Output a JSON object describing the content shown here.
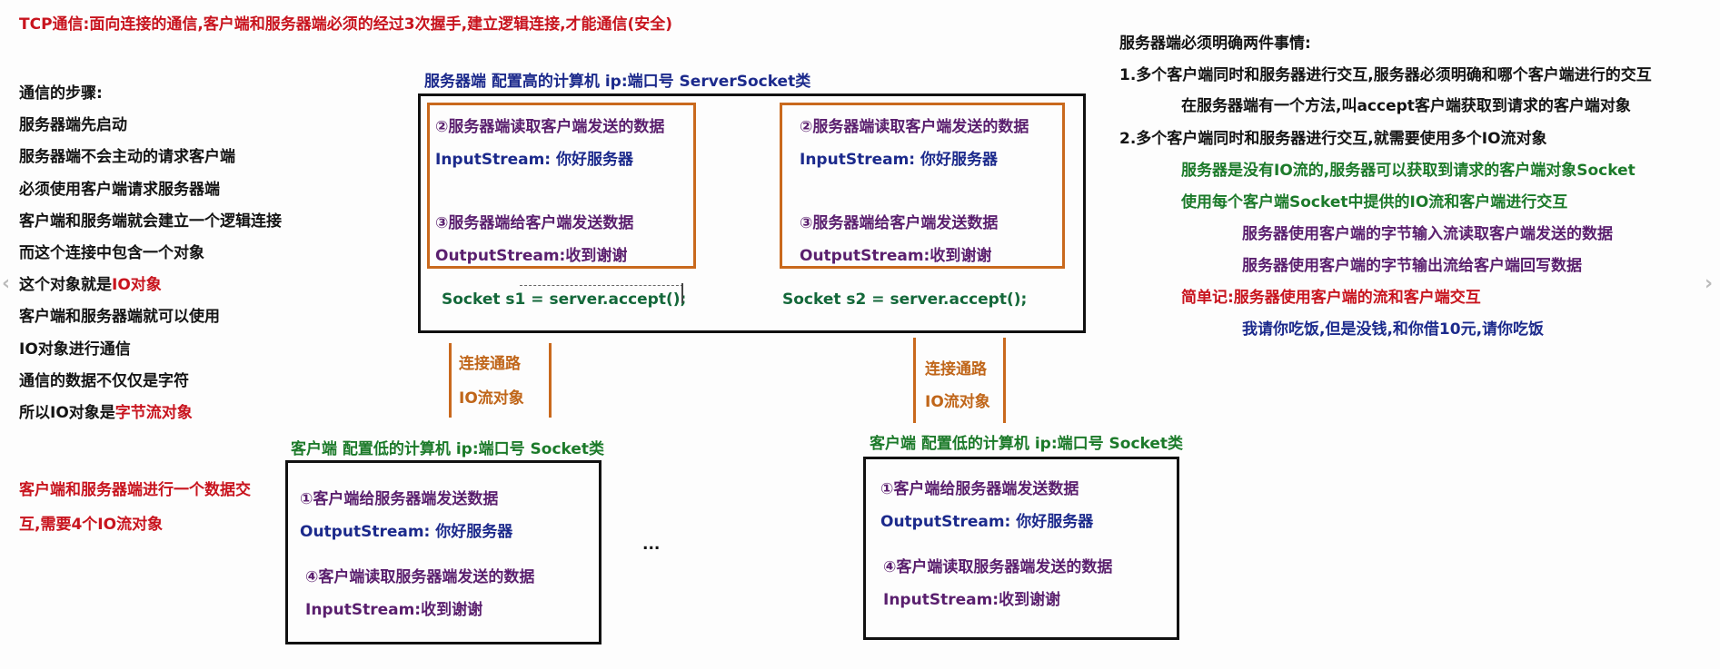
{
  "title": "TCP通信:面向连接的通信,客户端和服务器端必须的经过3次握手,建立逻辑连接,才能通信(安全)",
  "left_steps": {
    "heading": "通信的步骤:",
    "line1": "服务器端先启动",
    "line2": "服务器端不会主动的请求客户端",
    "line3": "必须使用客户端请求服务器端",
    "line4": "客户端和服务端就会建立一个逻辑连接",
    "line5": "而这个连接中包含一个对象",
    "line6_prefix": "这个对象就是",
    "line6_highlight": "IO对象",
    "line7": "客户端和服务器端就可以使用",
    "line8": "IO对象进行通信",
    "line9": "通信的数据不仅仅是字符",
    "line10_prefix": "所以IO对象是",
    "line10_highlight": "字节流对象"
  },
  "left_note": {
    "line1": "客户端和服务器端进行一个数据交",
    "line2": "互,需要4个IO流对象"
  },
  "server": {
    "header": "服务器端 配置高的计算机 ip:端口号 ServerSocket类",
    "left_box": {
      "step2": "②服务器端读取客户端发送的数据",
      "input": "InputStream: 你好服务器",
      "step3": "③服务器端给客户端发送数据",
      "output": "OutputStream:收到谢谢"
    },
    "right_box": {
      "step2": "②服务器端读取客户端发送的数据",
      "input": "InputStream: 你好服务器",
      "step3": "③服务器端给客户端发送数据",
      "output": "OutputStream:收到谢谢"
    },
    "socket1": "Socket s1 = server.accept();",
    "socket2": "Socket s2 = server.accept();"
  },
  "connection_left": {
    "line1": "连接通路",
    "line2": "IO流对象"
  },
  "connection_right": {
    "line1": "连接通路",
    "line2": "IO流对象"
  },
  "client_left": {
    "header": "客户端 配置低的计算机 ip:端口号  Socket类",
    "step1": "①客户端给服务器端发送数据",
    "output": "OutputStream: 你好服务器",
    "step4": "④客户端读取服务器端发送的数据",
    "input": "InputStream:收到谢谢"
  },
  "client_right": {
    "header": "客户端 配置低的计算机 ip:端口号  Socket类",
    "step1": "①客户端给服务器端发送数据",
    "output": "OutputStream: 你好服务器",
    "step4": "④客户端读取服务器端发送的数据",
    "input": "InputStream:收到谢谢"
  },
  "ellipsis": "...",
  "right_notes": {
    "heading": "服务器端必须明确两件事情:",
    "p1": "1.多个客户端同时和服务器进行交互,服务器必须明确和哪个客户端进行的交互",
    "p1_sub": "在服务器端有一个方法,叫accept客户端获取到请求的客户端对象",
    "p2": "2.多个客户端同时和服务器进行交互,就需要使用多个IO流对象",
    "g1": "服务器是没有IO流的,服务器可以获取到请求的客户端对象Socket",
    "g2": "使用每个客户端Socket中提供的IO流和客户端进行交互",
    "p_in": "服务器使用客户端的字节输入流读取客户端发送的数据",
    "p_out": "服务器使用客户端的字节输出流给客户端回写数据",
    "summary": "简单记:服务器使用客户端的流和客户端交互",
    "example": "我请你吃饭,但是没钱,和你借10元,请你吃饭"
  }
}
